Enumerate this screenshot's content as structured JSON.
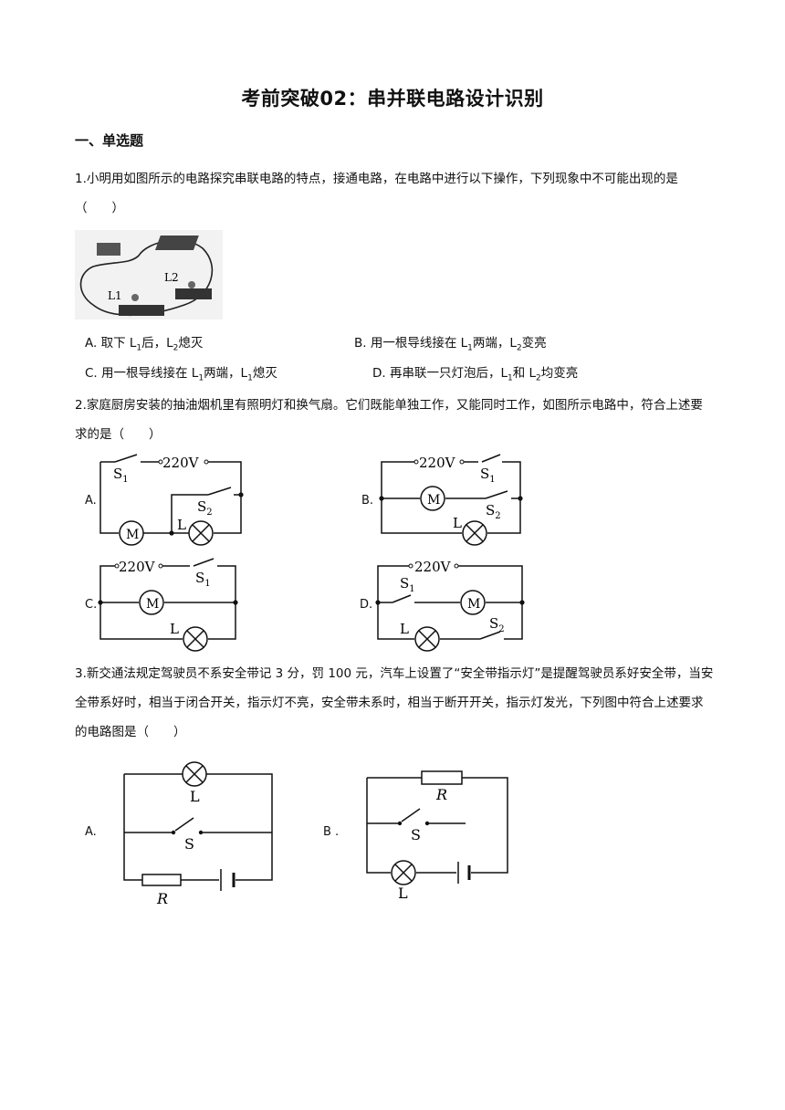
{
  "title": "考前突破02：串并联电路设计识别",
  "section": "一、单选题",
  "q1": {
    "text": "1.小明用如图所示的电路探究串联电路的特点，接通电路，在电路中进行以下操作，下列现象中不可能出现的是（　　）",
    "fig_labels": {
      "l1": "L1",
      "l2": "L2"
    },
    "options": {
      "a": {
        "p1": "A. 取下 L",
        "s1": "1",
        "p2": "后，L",
        "s2": "2",
        "p3": "熄灭"
      },
      "b": {
        "p1": "B. 用一根导线接在 L",
        "s1": "1",
        "p2": "两端，L",
        "s2": "2",
        "p3": "变亮"
      },
      "c": {
        "p1": "C. 用一根导线接在 L",
        "s1": "1",
        "p2": "两端，L",
        "s2": "1",
        "p3": "熄灭"
      },
      "d": {
        "p1": "D. 再串联一只灯泡后，L",
        "s1": "1",
        "p2": "和 L",
        "s2": "2",
        "p3": "均变亮"
      }
    }
  },
  "q2": {
    "text": "2.家庭厨房安装的抽油烟机里有照明灯和换气扇。它们既能单独工作，又能同时工作，如图所示电路中，符合上述要求的是（　　）",
    "options": {
      "a": "A.",
      "b": "B.",
      "c": "C.",
      "d": "D."
    },
    "labels": {
      "voltage": "220V",
      "s": "S",
      "s1_sub": "1",
      "s2_sub": "2",
      "motor": "M",
      "lamp": "L"
    }
  },
  "q3": {
    "text": "3.新交通法规定驾驶员不系安全带记 3 分，罚 100 元，汽车上设置了“安全带指示灯”是提醒驾驶员系好安全带，当安全带系好时，相当于闭合开关，指示灯不亮，安全带未系时，相当于断开开关，指示灯发光，下列图中符合上述要求的电路图是（　　）",
    "options": {
      "a": "A.",
      "b": "B ."
    },
    "labels": {
      "lamp": "L",
      "switch": "S",
      "resistor": "R"
    }
  }
}
